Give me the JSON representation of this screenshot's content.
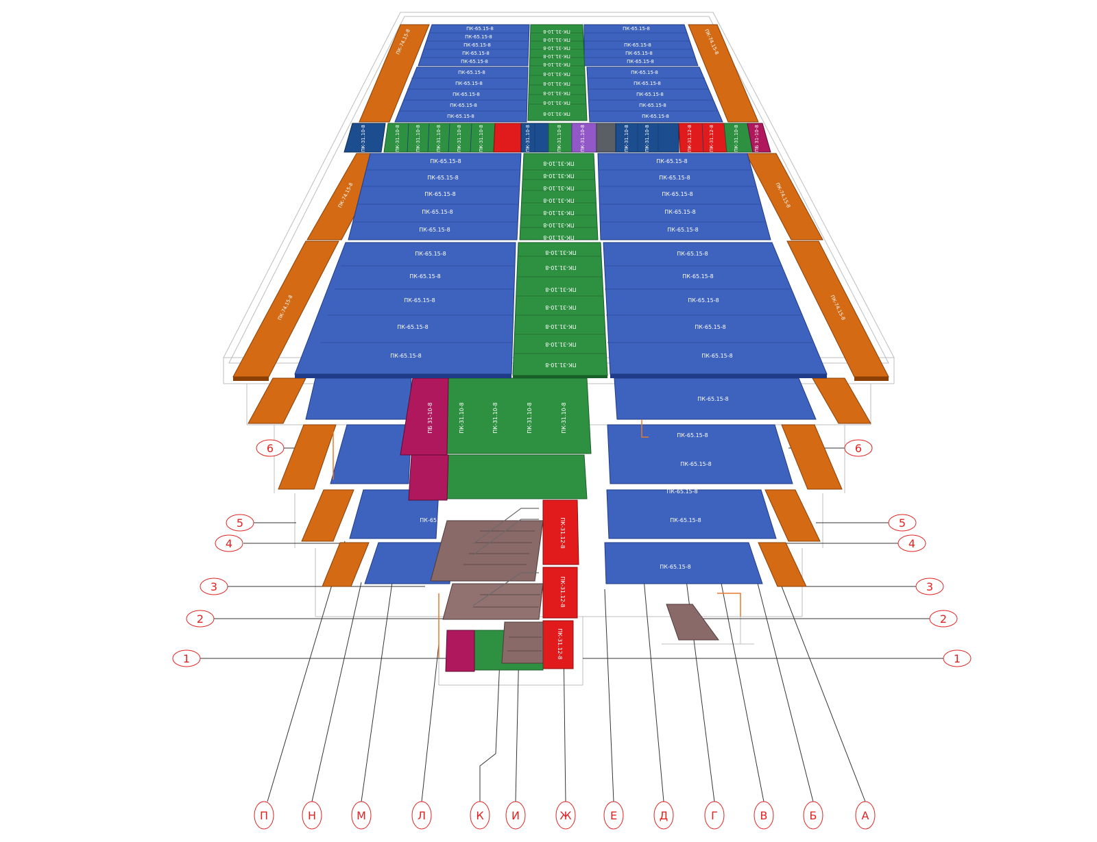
{
  "colors": {
    "blue": "#3e63be",
    "blue_edge": "#1f3a86",
    "green": "#2d9141",
    "green_edge": "#1a5e28",
    "orange": "#d46a14",
    "orange_edge": "#8a3f06",
    "red": "#e11b1b",
    "red_edge": "#8b0c0c",
    "magenta": "#b0185e",
    "navy": "#1c4d8e",
    "purple": "#9258c8",
    "gray": "#5a5f66",
    "axis_marker": "#e0211f",
    "wire": "#bcbcbc"
  },
  "slab_labels": {
    "blue": "ПК-65.15-8",
    "green": "ПК-31.10-8",
    "green_lower": "ПК-31.10-8",
    "red": "ПК-31.12-8",
    "magenta": "ПБ 31-10-8",
    "orange": "ПК-74.15-8"
  },
  "row_axes": [
    "1",
    "2",
    "3",
    "4",
    "5",
    "6"
  ],
  "column_axes": [
    "П",
    "Н",
    "М",
    "Л",
    "К",
    "И",
    "Ж",
    "Е",
    "Д",
    "Г",
    "В",
    "Б",
    "А"
  ]
}
